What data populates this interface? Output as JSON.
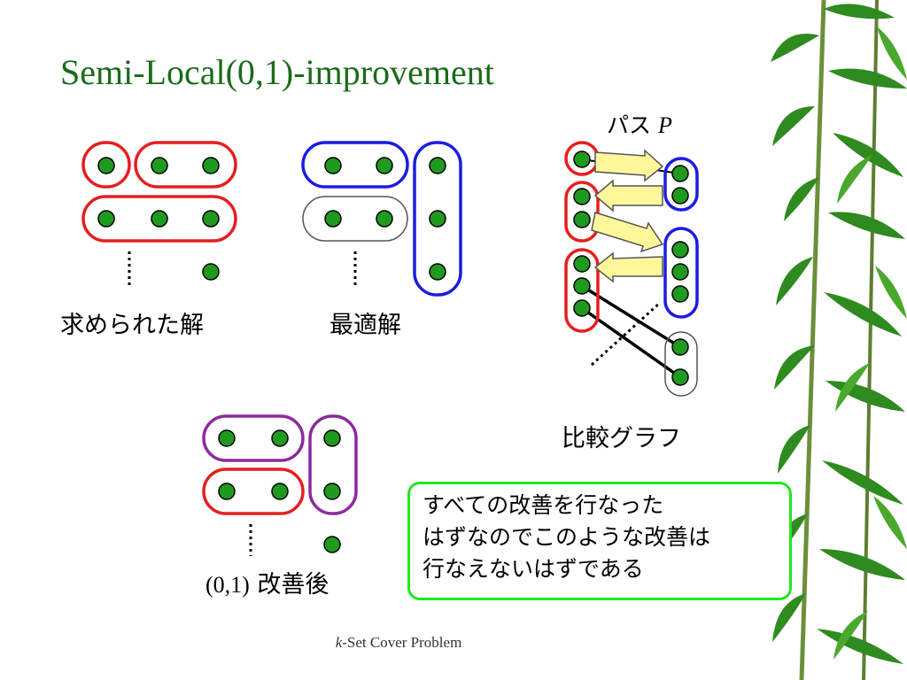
{
  "slide": {
    "title": "Semi-Local(0,1)-improvement",
    "labels": {
      "found_solution": "求められた解",
      "optimal_solution": "最適解",
      "path_prefix": "パス ",
      "path_var": "P",
      "comparison_graph": "比較グラフ",
      "after_prefix": "(0,1)",
      "after_suffix": " 改善後"
    },
    "note_lines": [
      "すべての改善を行なった",
      "はずなのでこのような改善は",
      "行なえないはずである"
    ],
    "footer_k": "k",
    "footer_rest": "-Set Cover Problem"
  },
  "colors": {
    "title": "#1a6b1a",
    "node": "#1f9a1f",
    "red_set": "#e61e1e",
    "blue_set": "#1c1ce0",
    "purple_set": "#8c2a9c",
    "gray_set": "#555555",
    "arrow_fill": "#fff79a",
    "note_border": "#22e622",
    "bamboo": "#2f8a1f"
  }
}
